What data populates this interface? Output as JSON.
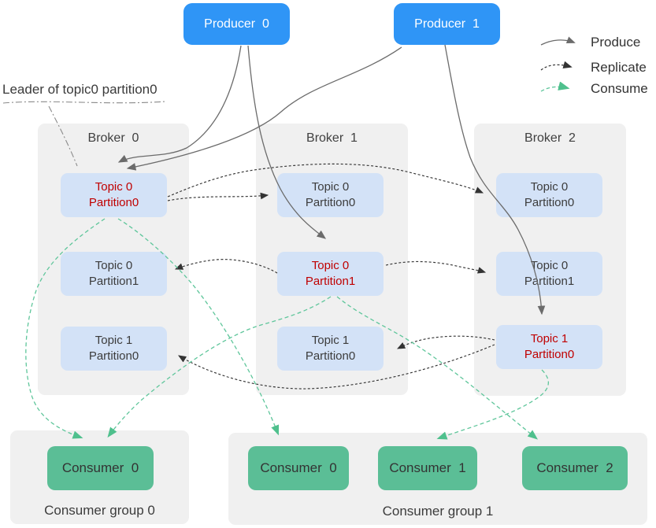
{
  "leader_note": "Leader of topic0 partition0",
  "legend": {
    "items": [
      {
        "id": "produce",
        "label": "Produce"
      },
      {
        "id": "replicate",
        "label": "Replicate"
      },
      {
        "id": "consume",
        "label": "Consume"
      }
    ]
  },
  "producers": [
    {
      "label": "Producer  0"
    },
    {
      "label": "Producer  1"
    }
  ],
  "brokers": [
    {
      "label": "Broker  0",
      "partitions": [
        {
          "line1": "Topic 0",
          "line2": "Partition0",
          "leader": true
        },
        {
          "line1": "Topic 0",
          "line2": "Partition1",
          "leader": false
        },
        {
          "line1": "Topic 1",
          "line2": "Partition0",
          "leader": false
        }
      ]
    },
    {
      "label": "Broker  1",
      "partitions": [
        {
          "line1": "Topic 0",
          "line2": "Partition0",
          "leader": false
        },
        {
          "line1": "Topic 0",
          "line2": "Partition1",
          "leader": true
        },
        {
          "line1": "Topic 1",
          "line2": "Partition0",
          "leader": false
        }
      ]
    },
    {
      "label": "Broker  2",
      "partitions": [
        {
          "line1": "Topic 0",
          "line2": "Partition0",
          "leader": false
        },
        {
          "line1": "Topic 0",
          "line2": "Partition1",
          "leader": false
        },
        {
          "line1": "Topic 1",
          "line2": "Partition0",
          "leader": true
        }
      ]
    }
  ],
  "consumer_groups": [
    {
      "label": "Consumer group 0",
      "consumers": [
        {
          "label": "Consumer  0"
        }
      ]
    },
    {
      "label": "Consumer group 1",
      "consumers": [
        {
          "label": "Consumer  0"
        },
        {
          "label": "Consumer  1"
        },
        {
          "label": "Consumer  2"
        }
      ]
    }
  ],
  "edges": {
    "produce": [
      {
        "from": "producer-0",
        "to": "broker-0.topic0-partition0"
      },
      {
        "from": "producer-0",
        "to": "broker-1.topic0-partition1"
      },
      {
        "from": "producer-1",
        "to": "broker-0.topic0-partition0"
      },
      {
        "from": "producer-1",
        "to": "broker-2.topic1-partition0"
      }
    ],
    "replicate": [
      {
        "from": "broker-0.topic0-partition0",
        "to": "broker-1.topic0-partition0"
      },
      {
        "from": "broker-0.topic0-partition0",
        "to": "broker-2.topic0-partition0"
      },
      {
        "from": "broker-1.topic0-partition1",
        "to": "broker-0.topic0-partition1"
      },
      {
        "from": "broker-1.topic0-partition1",
        "to": "broker-2.topic0-partition1"
      },
      {
        "from": "broker-2.topic1-partition0",
        "to": "broker-1.topic1-partition0"
      },
      {
        "from": "broker-2.topic1-partition0",
        "to": "broker-0.topic1-partition0"
      }
    ],
    "consume": [
      {
        "from": "broker-0.topic0-partition0",
        "to": "group-0.consumer-0"
      },
      {
        "from": "broker-1.topic0-partition1",
        "to": "group-0.consumer-0"
      },
      {
        "from": "broker-0.topic0-partition0",
        "to": "group-1.consumer-0"
      },
      {
        "from": "broker-1.topic0-partition1",
        "to": "group-1.consumer-2"
      },
      {
        "from": "broker-2.topic1-partition0",
        "to": "group-1.consumer-1"
      }
    ]
  },
  "colors": {
    "producer_blue": "#2F95F6",
    "partition_blue": "#D3E2F7",
    "leader_red": "#C00000",
    "container_gray": "#F0F0F0",
    "consumer_green": "#5BBE96",
    "produce_arrow": "#6B6B6B",
    "replicate_arrow": "#333333",
    "consume_arrow": "#5FC69B",
    "leader_callout": "#8A8A8A"
  }
}
